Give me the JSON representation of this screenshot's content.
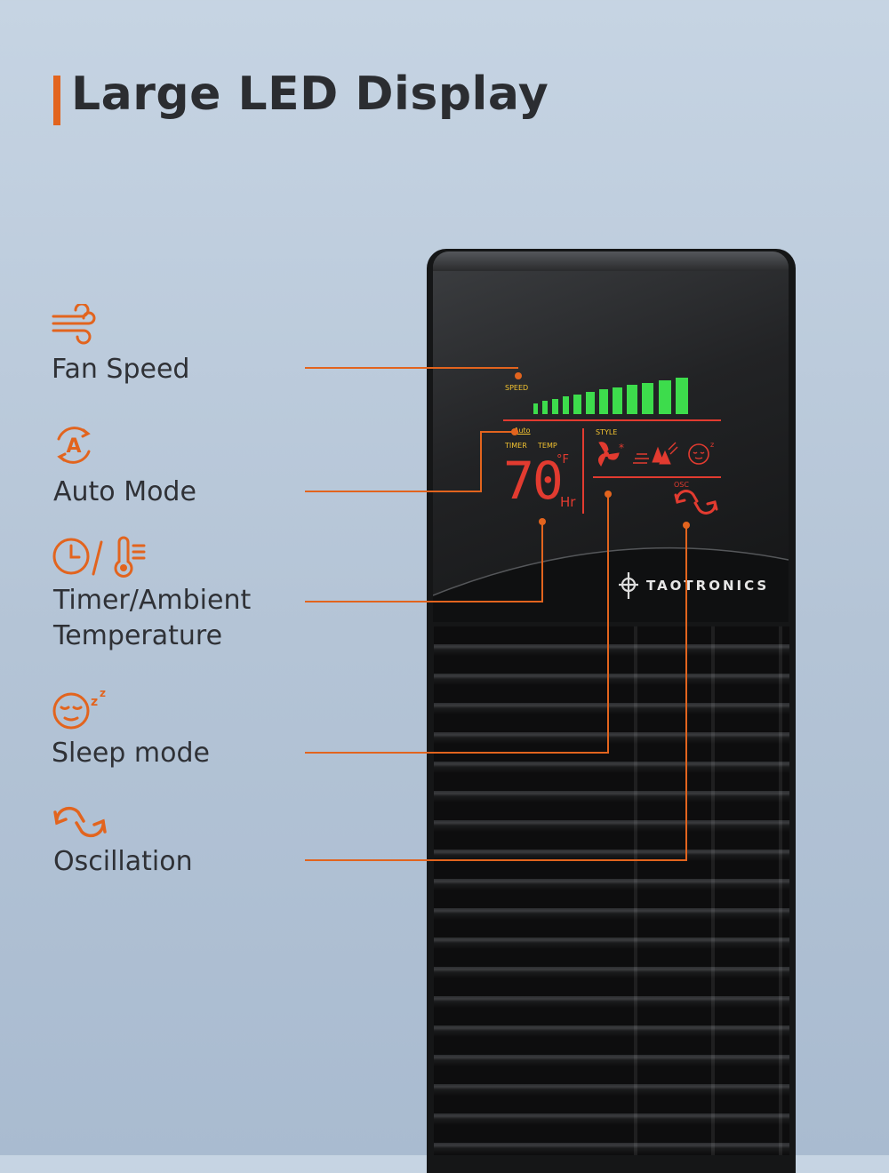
{
  "title": "Large LED Display",
  "features": [
    {
      "label": "Fan Speed",
      "icon": "wind-icon"
    },
    {
      "label": "Auto Mode",
      "icon": "auto-mode-icon"
    },
    {
      "label_line1": "Timer/Ambient",
      "label_line2": "Temperature",
      "icon": "clock-thermometer-icon"
    },
    {
      "label": "Sleep mode",
      "icon": "sleep-face-icon"
    },
    {
      "label": "Oscillation",
      "icon": "oscillation-arrows-icon"
    }
  ],
  "panel": {
    "speed_label": "SPEED",
    "speed_levels": 12,
    "speed_active": 12,
    "auto_label": "Auto",
    "timer_label": "TIMER",
    "temp_label": "TEMP",
    "temp_value": "70",
    "unit_f": "°F",
    "unit_hr": "Hr",
    "style_label": "STYLE",
    "osc_label": "OSC",
    "brand": "TAOTRONICS"
  },
  "colors": {
    "accent": "#e2641e",
    "led_red": "#e23b30",
    "led_green": "#3ddc4c",
    "led_yellow": "#f2c230",
    "text": "#2f3136"
  }
}
